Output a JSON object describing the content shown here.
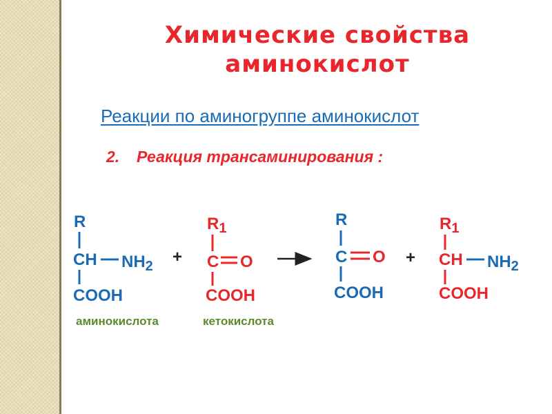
{
  "slide": {
    "title_line1": "Химические свойства",
    "title_line2": "аминокислот",
    "subtitle": "Реакции по аминогруппе  аминокислот",
    "reaction_number": "2.",
    "reaction_title": "Реакция трансаминирования :"
  },
  "scheme": {
    "m1": {
      "r": "R",
      "ch": "CH",
      "nh": "NH",
      "nh_sub": "2",
      "cooh": "COOH"
    },
    "plus1": "+",
    "m2": {
      "r": "R",
      "r_sub": "1",
      "c": "C",
      "o": "O",
      "cooh": "COOH"
    },
    "m3": {
      "r": "R",
      "c": "C",
      "o": "O",
      "cooh": "COOH"
    },
    "plus2": "+",
    "m4": {
      "r": "R",
      "r_sub": "1",
      "ch": "CH",
      "nh": "NH",
      "nh_sub": "2",
      "cooh": "COOH"
    }
  },
  "captions": {
    "amino_acid": "аминокислота",
    "keto_acid": "кетокислота"
  },
  "colors": {
    "title": "#e8262b",
    "subtitle": "#1a6bb3",
    "molecule_blue": "#1a6bb3",
    "molecule_red": "#e8262b",
    "caption": "#5a8a2a",
    "side_band": "#eee3c2"
  }
}
